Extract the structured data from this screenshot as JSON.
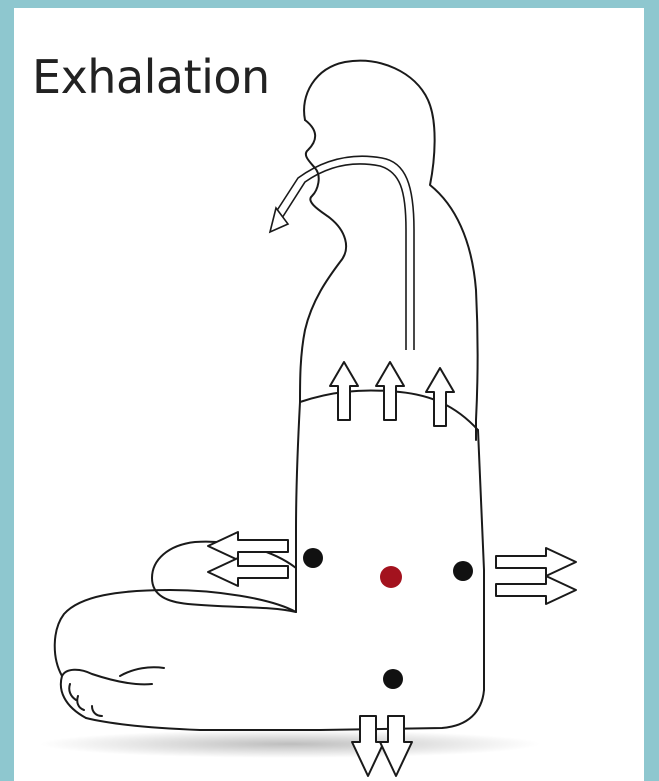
{
  "diagram": {
    "title": "Exhalation",
    "colors": {
      "border": "#8ec7cf",
      "background": "#ffffff",
      "outline": "#1a1a1a",
      "point_dark": "#111111",
      "point_center": "#a3121e"
    },
    "icons": [
      "seated-figure-outline",
      "breath-out-arrow",
      "up-arrow",
      "left-arrow",
      "right-arrow",
      "down-arrow"
    ]
  }
}
